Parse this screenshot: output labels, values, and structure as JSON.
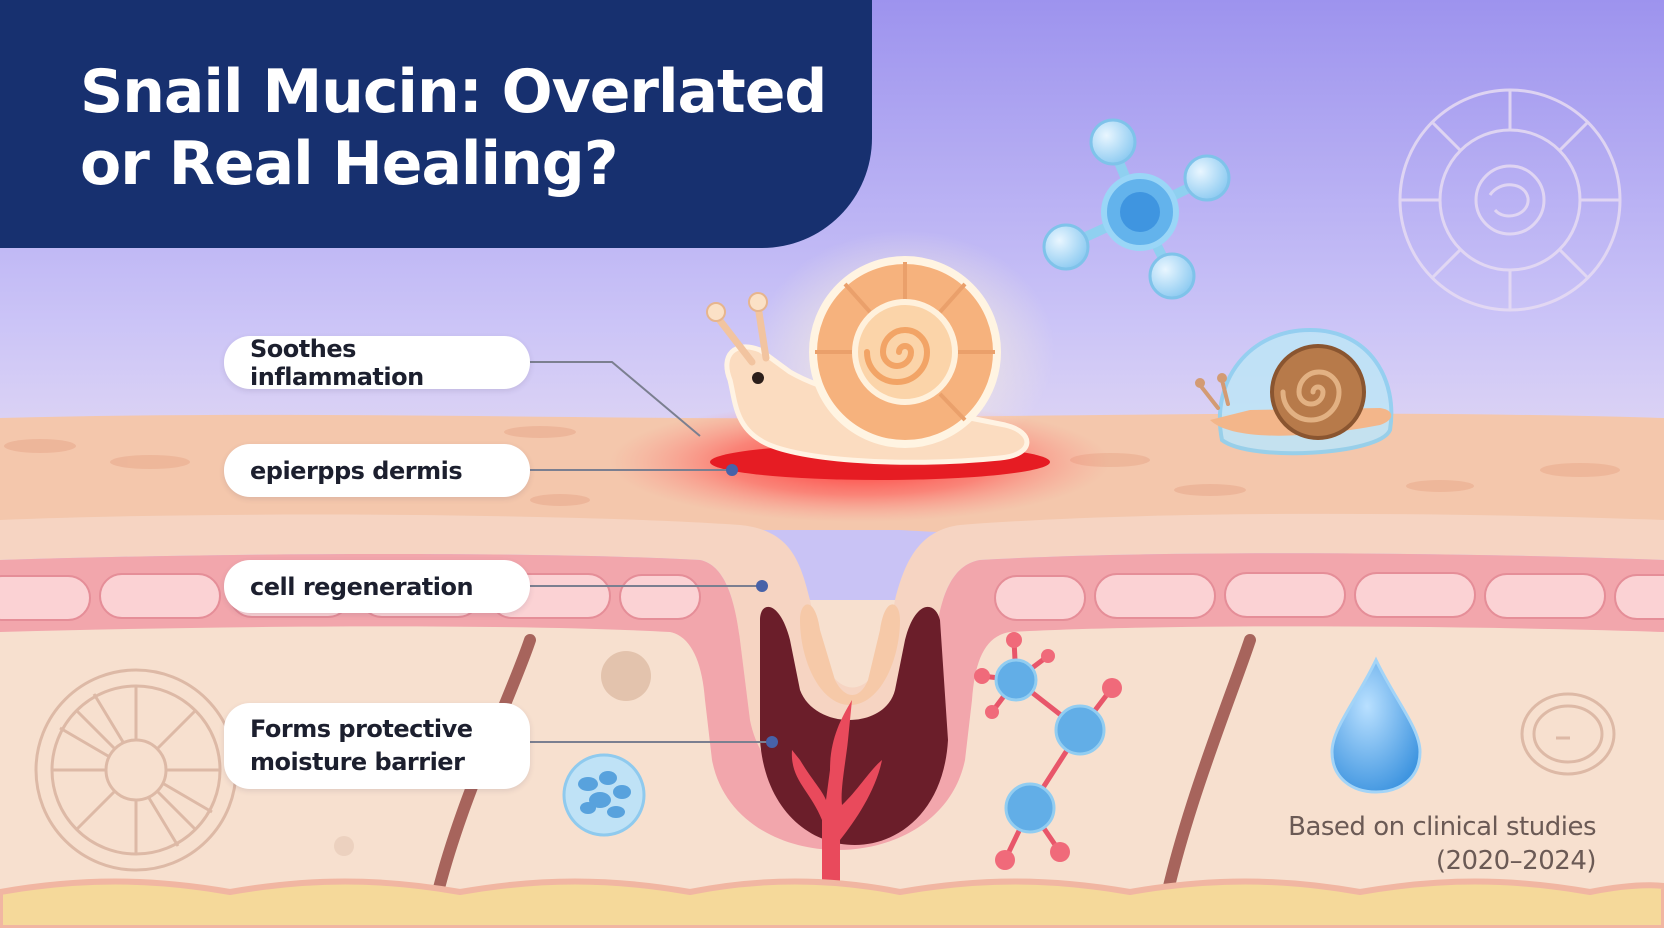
{
  "header": {
    "title_line1": "Snail Mucin: Overlated",
    "title_line2": "or Real Healing?"
  },
  "callouts": [
    {
      "label": "Soothes inflammation"
    },
    {
      "label": "epierpps dermis"
    },
    {
      "label": "cell regeneration"
    },
    {
      "label_line1": "Forms protective",
      "label_line2": "moisture barrier"
    }
  ],
  "footer": {
    "source_line1": "Based on clinical studies",
    "source_line2": "(2020–2024)"
  },
  "colors": {
    "title_panel": "#17306f",
    "sky": "#a99ff0",
    "skin": "#f3c8ad",
    "inflammation": "#e8262c",
    "mucin_blue": "#5aa8e8"
  }
}
